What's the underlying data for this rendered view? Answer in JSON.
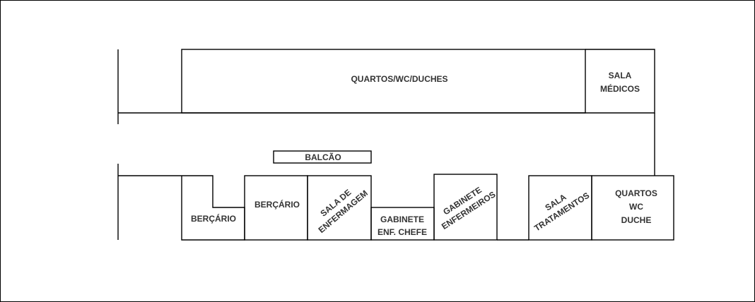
{
  "floor_plan": {
    "rooms": {
      "quartos_wc_duches": "QUARTOS/WC/DUCHES",
      "sala_medicos": [
        "SALA",
        "MÉDICOS"
      ],
      "balcao": "BALCÃO",
      "bercario_1": "BERÇÁRIO",
      "bercario_2": "BERÇÁRIO",
      "sala_enfermagem": [
        "SALA DE",
        "ENFERMAGEM"
      ],
      "gabinete_enf_chefe": [
        "GABINETE",
        "ENF. CHEFE"
      ],
      "gabinete_enfermeiros": [
        "GABINETE",
        "ENFERMEIROS"
      ],
      "sala_tratamentos": [
        "SALA",
        "TRATAMENTOS"
      ],
      "quartos_wc_duche": [
        "QUARTOS",
        "WC",
        "DUCHE"
      ]
    },
    "colors": {
      "wall": "#000000",
      "label": "#333333",
      "background": "#ffffff"
    }
  }
}
